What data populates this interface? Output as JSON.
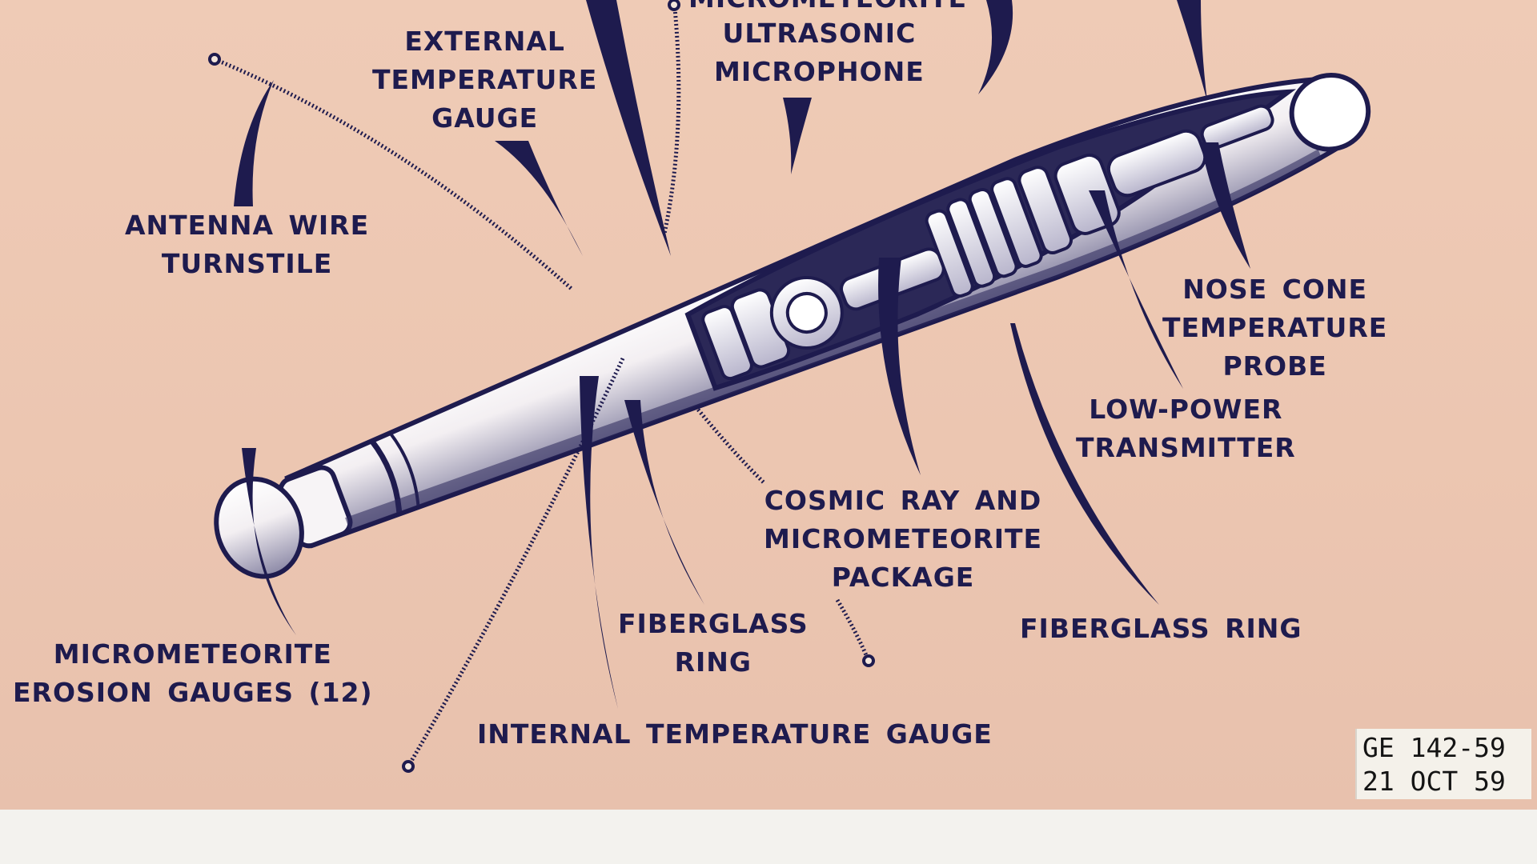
{
  "labels": {
    "micrometeorite_top": "MICROMETEORITE",
    "ultrasonic_microphone": [
      "ULTRASONIC",
      "MICROPHONE"
    ],
    "external_temp_gauge": [
      "EXTERNAL",
      "TEMPERATURE",
      "GAUGE"
    ],
    "antenna_wire_turnstile": [
      "ANTENNA WIRE",
      "TURNSTILE"
    ],
    "nose_cone_temp_probe": [
      "NOSE CONE",
      "TEMPERATURE",
      "PROBE"
    ],
    "low_power_transmitter": [
      "LOW-POWER",
      "TRANSMITTER"
    ],
    "cosmic_ray_package": [
      "COSMIC RAY AND",
      "MICROMETEORITE",
      "PACKAGE"
    ],
    "fiberglass_ring_left": [
      "FIBERGLASS",
      "RING"
    ],
    "fiberglass_ring_right": "FIBERGLASS RING",
    "erosion_gauges": [
      "MICROMETEORITE",
      "EROSION GAUGES (12)"
    ],
    "internal_temp_gauge": "INTERNAL TEMPERATURE GAUGE"
  },
  "stamp": {
    "line1": "GE 142-59",
    "line2": "21 OCT 59"
  },
  "colors": {
    "poster_background": "#ecc6b1",
    "ink": "#1e1b4e",
    "stamp_background": "#f4f1ea"
  }
}
